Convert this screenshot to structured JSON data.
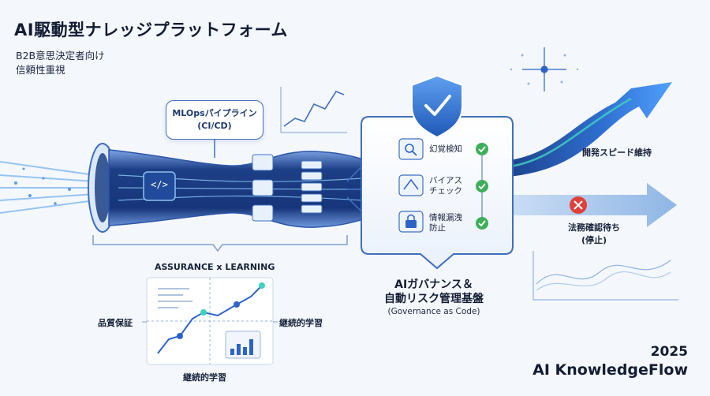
{
  "header": {
    "title": "AI駆動型ナレッジプラットフォーム",
    "subtitle_line1": "B2B意思決定者向け",
    "subtitle_line2": "信頼性重視"
  },
  "pipeline": {
    "label_line1": "MLOpsパイプライン",
    "label_line2": "(CI/CD)",
    "code_icon": "</>"
  },
  "governance": {
    "checks": [
      {
        "line1": "幻覚検知",
        "line2": "",
        "icon": "magnifier-icon"
      },
      {
        "line1": "バイアス",
        "line2": "チェック",
        "icon": "scale-icon"
      },
      {
        "line1": "情報漏洩",
        "line2": "防止",
        "icon": "lock-icon"
      }
    ],
    "title_line1": "AIガバナンス＆",
    "title_line2": "自動リスク管理基盤",
    "subtitle": "(Governance as Code)"
  },
  "outcomes": {
    "speed": "開発スピード維持",
    "blocked_line1": "法務確認待ち",
    "blocked_line2": "(停止)"
  },
  "assurance": {
    "title": "ASSURANCE x LEARNING",
    "left_label": "品質保証",
    "right_label": "継続的学習",
    "bottom_label": "継続的学習"
  },
  "brand": {
    "year": "2025",
    "name": "AI KnowledgeFlow"
  },
  "colors": {
    "primary_blue": "#2d63c8",
    "dark_blue": "#14306b",
    "check_green": "#3fae5a",
    "stop_red": "#e0403a",
    "teal": "#3fd0c0"
  }
}
